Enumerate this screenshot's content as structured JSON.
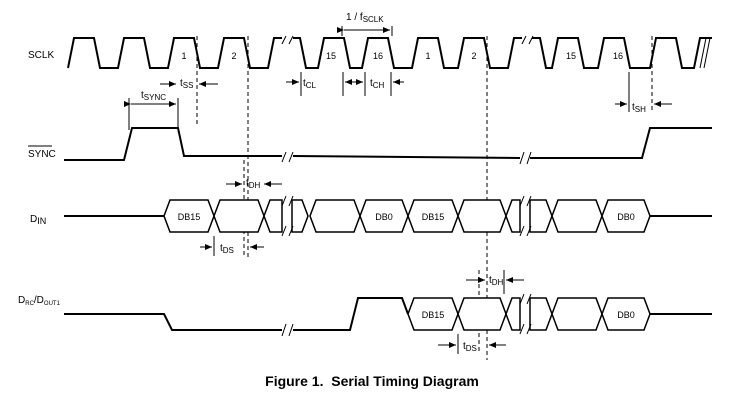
{
  "signals": {
    "sclk": "SCLK",
    "sync": "SYNC",
    "din": "D",
    "din_sub": "IN",
    "drp": "D",
    "drp_sub1": "RC",
    "drp_sep": "/D",
    "drp_sub2": "OUT",
    "drp_sub3": "1"
  },
  "sclk_labels": [
    "1",
    "2",
    "15",
    "16",
    "1",
    "2",
    "15",
    "16"
  ],
  "din_cells": [
    "DB15",
    "DB0",
    "DB15",
    "DB0"
  ],
  "drp_cells": [
    "DB15",
    "DB0"
  ],
  "timing": {
    "fsclk_prefix": "1 / f",
    "fsclk_sub": "SCLK",
    "tss": "t",
    "tss_sub": "SS",
    "tsync": "t",
    "tsync_sub": "SYNC",
    "tcl": "t",
    "tcl_sub": "CL",
    "tch": "t",
    "tch_sub": "CH",
    "tsh": "t",
    "tsh_sub": "SH",
    "tdh1": "t",
    "tdh1_sub": "DH",
    "tds1": "t",
    "tds1_sub": "DS",
    "tdh2": "t",
    "tdh2_sub": "DH",
    "tds2": "t",
    "tds2_sub": "DS"
  },
  "caption": "Figure 1.  Serial Timing Diagram"
}
